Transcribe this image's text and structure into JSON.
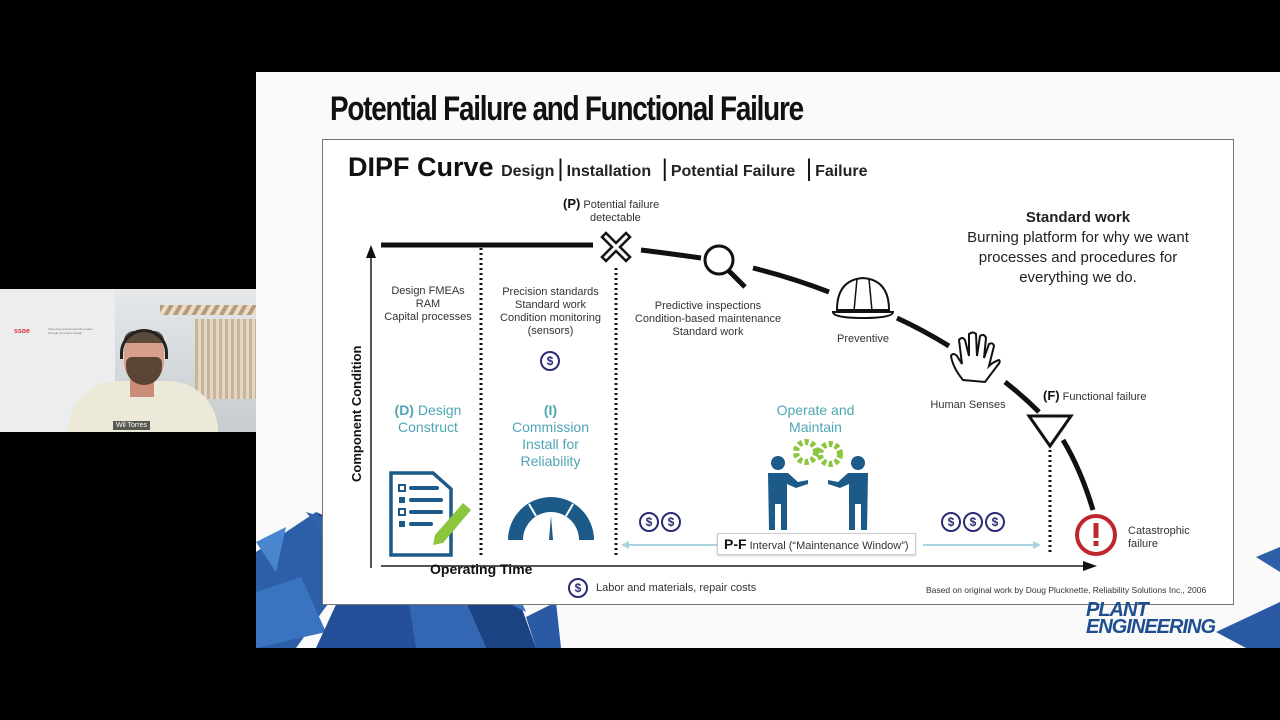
{
  "meeting": {
    "participant": {
      "name_tag": "Wil Torres",
      "background_logo": "ssoe",
      "background_tagline": "delivering exceptional client value through innovative design"
    }
  },
  "slide": {
    "title": "Potential Failure and Functional Failure",
    "brand_logo": "PLANT ENGINEERING",
    "diagram": {
      "title": "DIPF Curve",
      "subtitle_parts": [
        "Design",
        "Installation",
        "Potential Failure",
        "Failure"
      ],
      "axis": {
        "y_label": "Component Condition",
        "x_label": "Operating Time"
      },
      "p_point": {
        "marker": "(P)",
        "text_line1": "Potential failure",
        "text_line2": "detectable"
      },
      "f_point": {
        "marker": "(F)",
        "text": "Functional failure"
      },
      "columns": {
        "design": {
          "activities": [
            "Design FMEAs",
            "RAM",
            "Capital processes"
          ],
          "phase_marker": "(D)",
          "phase_label_1": "Design",
          "phase_label_2": "Construct",
          "icon": "document-pencil-icon"
        },
        "install": {
          "activities": [
            "Precision standards",
            "Standard work",
            "Condition monitoring",
            "(sensors)"
          ],
          "phase_marker": "(I)",
          "phase_label_lines": [
            "Commission",
            "Install for",
            "Reliability"
          ],
          "icon": "gauge-icon",
          "cost_count": 1
        },
        "operate": {
          "activities": [
            "Predictive inspections",
            "Condition-based maintenance",
            "Standard work"
          ],
          "phase_label_lines": [
            "Operate and",
            "Maintain"
          ],
          "icon": "people-gears-icon"
        }
      },
      "curve_labels": {
        "preventive": "Preventive",
        "human_senses": "Human Senses",
        "catastrophic_line1": "Catastrophic",
        "catastrophic_line2": "failure"
      },
      "standard_work": {
        "heading": "Standard work",
        "lines": [
          "Burning platform for why we want",
          "processes and procedures for",
          "everything we do."
        ]
      },
      "pf_interval": {
        "bold": "P-F",
        "text": "Interval (“Maintenance Window”)",
        "left_cost_count": 2,
        "right_cost_count": 3
      },
      "cost_symbol": "$",
      "legend": {
        "symbol": "$",
        "text": "Labor and materials, repair costs"
      },
      "credit": "Based on original work by Doug Plucknette, Reliability Solutions Inc., 2006"
    }
  },
  "colors": {
    "accent_teal": "#4ea6b5",
    "icon_blue": "#1c5a8a",
    "icon_green": "#8cc63f",
    "cost_navy": "#2b2b78",
    "failure_red": "#c0272d",
    "interval_arrow": "#a8d3df"
  }
}
